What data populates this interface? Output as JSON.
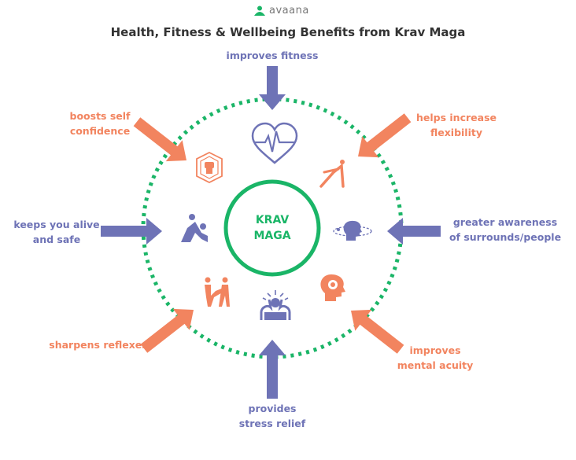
{
  "logo": {
    "text": "avaana",
    "icon": "person-pair-logo-icon",
    "color": "#1ab567"
  },
  "title": "Health, Fitness & Wellbeing Benefits from Krav Maga",
  "center": {
    "line1": "KRAV",
    "line2": "MAGA"
  },
  "colors": {
    "purple": "#6e73b6",
    "orange": "#f2845f",
    "green": "#1ab567"
  },
  "benefits": {
    "top": {
      "line1": "improves fitness",
      "icon": "heart-rate-icon"
    },
    "top_right": {
      "line1": "helps increase",
      "line2": "flexibility",
      "icon": "yoga-pose-icon"
    },
    "right": {
      "line1": "greater awareness",
      "line2": "of surrounds/people",
      "icon": "head-orbit-icon"
    },
    "bottom_right": {
      "line1": "improves",
      "line2": "mental acuity",
      "icon": "head-target-icon"
    },
    "bottom": {
      "line1": "provides",
      "line2": "stress relief",
      "icon": "stressed-person-icon"
    },
    "bottom_left": {
      "line1": "sharpens reflexes",
      "icon": "sparring-kick-icon"
    },
    "left": {
      "line1": "keeps you alive",
      "line2": "and safe",
      "icon": "grappling-icon"
    },
    "top_left": {
      "line1": "boosts self",
      "line2": "confidence",
      "icon": "fist-badge-icon"
    }
  }
}
